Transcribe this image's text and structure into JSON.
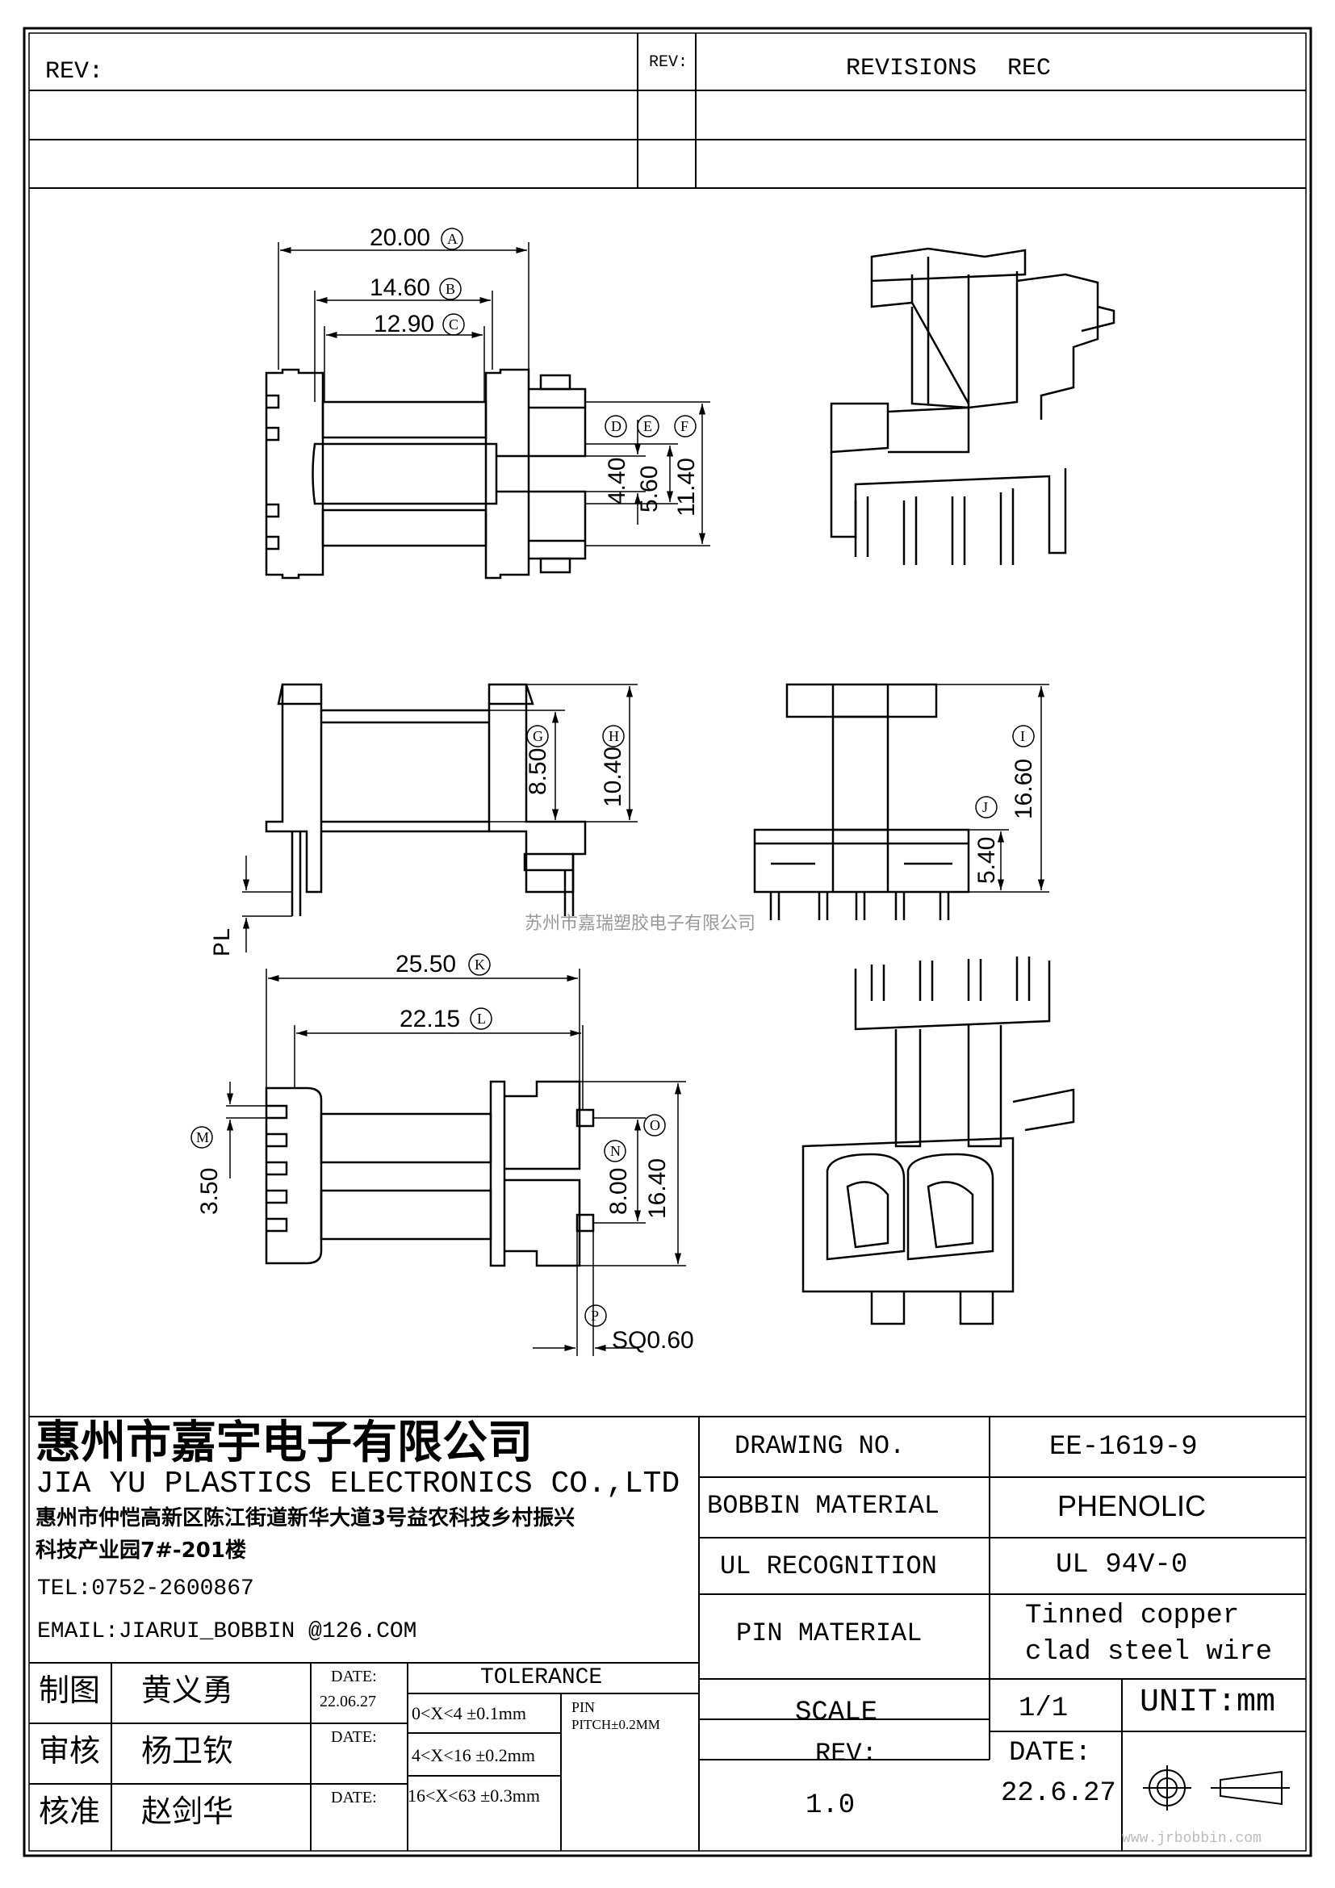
{
  "revision_block": {
    "rev_label": "REV:",
    "rev_label_small": "REV:",
    "revisions_label": "REVISIONS",
    "rec_label": "REC"
  },
  "dimensions": {
    "A": "20.00",
    "B": "14.60",
    "C": "12.90",
    "D": "4.40",
    "E": "5.60",
    "F": "11.40",
    "G": "8.50",
    "H": "10.40",
    "I": "16.60",
    "J": "5.40",
    "K": "25.50",
    "L": "22.15",
    "M": "3.50",
    "N": "8.00",
    "O": "16.40",
    "P": "SQ0.60",
    "pl": "PL"
  },
  "callouts": [
    "A",
    "B",
    "C",
    "D",
    "E",
    "F",
    "G",
    "H",
    "I",
    "J",
    "K",
    "L",
    "M",
    "N",
    "O",
    "P"
  ],
  "watermark": {
    "caption": "苏州市嘉瑞塑胶电子有限公司",
    "url": "www.jrbobbin.com"
  },
  "company": {
    "name_cn": "惠州市嘉宇电子有限公司",
    "name_en": "JIA YU PLASTICS ELECTRONICS CO.,LTD",
    "address_line1": "惠州市仲恺高新区陈江街道新华大道3号益农科技乡村振兴",
    "address_line2": "科技产业园7#-201楼",
    "tel": "TEL:0752-2600867",
    "email": "EMAIL:JIARUI_BOBBIN @126.COM"
  },
  "signatures": {
    "drawn_label": "制图",
    "drawn_name": "黄义勇",
    "checked_label": "审核",
    "checked_name": "杨卫钦",
    "approved_label": "核准",
    "approved_name": "赵剑华",
    "date_label": "DATE:",
    "drawn_date": "22.06.27"
  },
  "tolerance": {
    "title": "TOLERANCE",
    "rows": [
      "0<X<4  ±0.1mm",
      "4<X<16 ±0.2mm",
      "16<X<63 ±0.3mm"
    ],
    "pin_label": "PIN",
    "pin_pitch": "PITCH±0.2MM"
  },
  "spec": {
    "drawing_no_label": "DRAWING  NO.",
    "drawing_no": "EE-1619-9",
    "bobbin_material_label": "BOBBIN  MATERIAL",
    "bobbin_material": "PHENOLIC",
    "ul_label": "UL RECOGNITION",
    "ul_value": "UL 94V-0",
    "pin_material_label": "PIN MATERIAL",
    "pin_material_line1": "Tinned copper",
    "pin_material_line2": "clad steel wire",
    "scale_label": "SCALE",
    "scale_value": "1/1",
    "unit": "UNIT:mm",
    "rev_label": "REV:",
    "rev_value": "1.0",
    "date_label": "DATE:",
    "date_value": "22.6.27"
  }
}
